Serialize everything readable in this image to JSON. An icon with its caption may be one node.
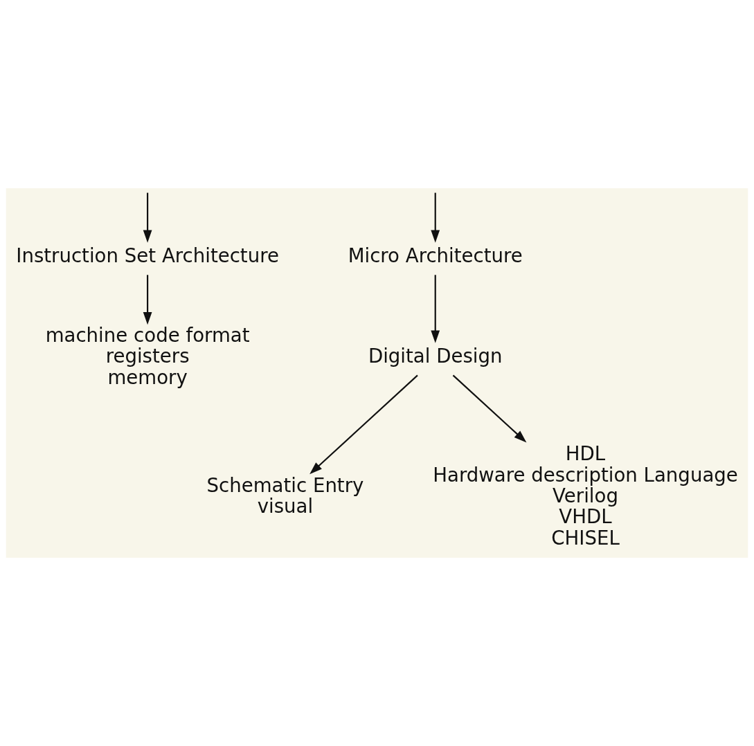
{
  "diagram": {
    "nodes": [
      {
        "text": [
          "Instruction Set Architecture"
        ]
      },
      {
        "text": [
          "Micro Architecture"
        ]
      },
      {
        "text": [
          "machine code format",
          "registers",
          "memory"
        ]
      },
      {
        "text": [
          "Digital Design"
        ]
      },
      {
        "text": [
          "Schematic Entry",
          "visual"
        ]
      },
      {
        "text": [
          "HDL",
          "Hardware description Language",
          "Verilog",
          "VHDL",
          "CHISEL"
        ]
      }
    ],
    "edges": [
      {
        "from": null,
        "to": 0,
        "arrow": "to"
      },
      {
        "from": null,
        "to": 1,
        "arrow": "to"
      },
      {
        "from": 0,
        "to": 2,
        "arrow": "to"
      },
      {
        "from": 1,
        "to": 3,
        "arrow": "to"
      },
      {
        "from": 3,
        "to": 4,
        "arrow": "to"
      },
      {
        "from": 3,
        "to": 5,
        "arrow": "to"
      }
    ]
  }
}
